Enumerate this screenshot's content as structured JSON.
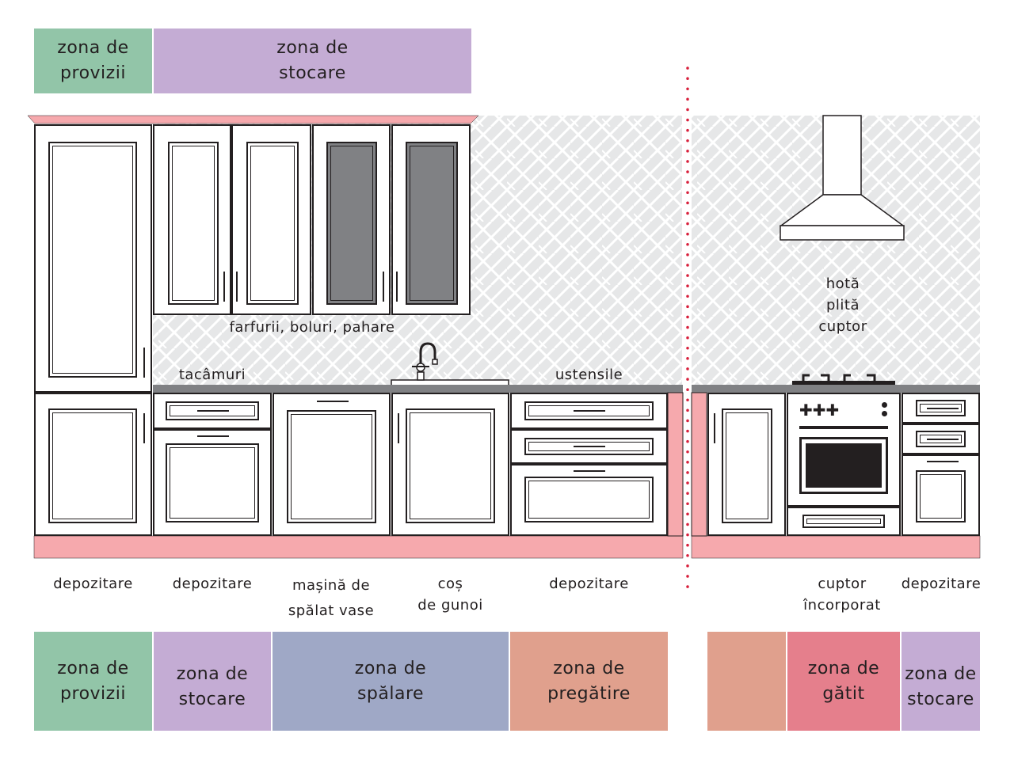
{
  "colors": {
    "provizii": "#92c5a8",
    "stocare": "#c4acd4",
    "spalare": "#9fa8c6",
    "pregatire": "#e0a08d",
    "gatit": "#e57f8c",
    "plinth": "#f6a9ad",
    "countertop": "#808184",
    "divider": "#d81f3b",
    "tile": "#e6e7e8"
  },
  "top_zones": {
    "provizii": "zona de\nprovizii",
    "stocare": "zona de\nstocare"
  },
  "upper_labels": {
    "dishes": "farfurii, boluri, pahare",
    "cutlery": "tacâmuri",
    "utensils": "ustensile",
    "cooking": "hotă\nplită\ncuptor"
  },
  "bottom_labels": {
    "storage1": "depozitare",
    "storage2": "depozitare",
    "dishwasher": "mașină de\nspălat vase",
    "trash": "coș\nde gunoi",
    "storage3": "depozitare",
    "oven": "cuptor\nîncorporat",
    "storage4": "depozitare"
  },
  "bottom_zones": {
    "provizii": "zona de\nprovizii",
    "stocare": "zona de\nstocare",
    "spalare": "zona de\nspălare",
    "pregatire": "zona de\npregătire",
    "gatit": "zona de\ngătit",
    "stocare2": "zona de\nstocare"
  }
}
